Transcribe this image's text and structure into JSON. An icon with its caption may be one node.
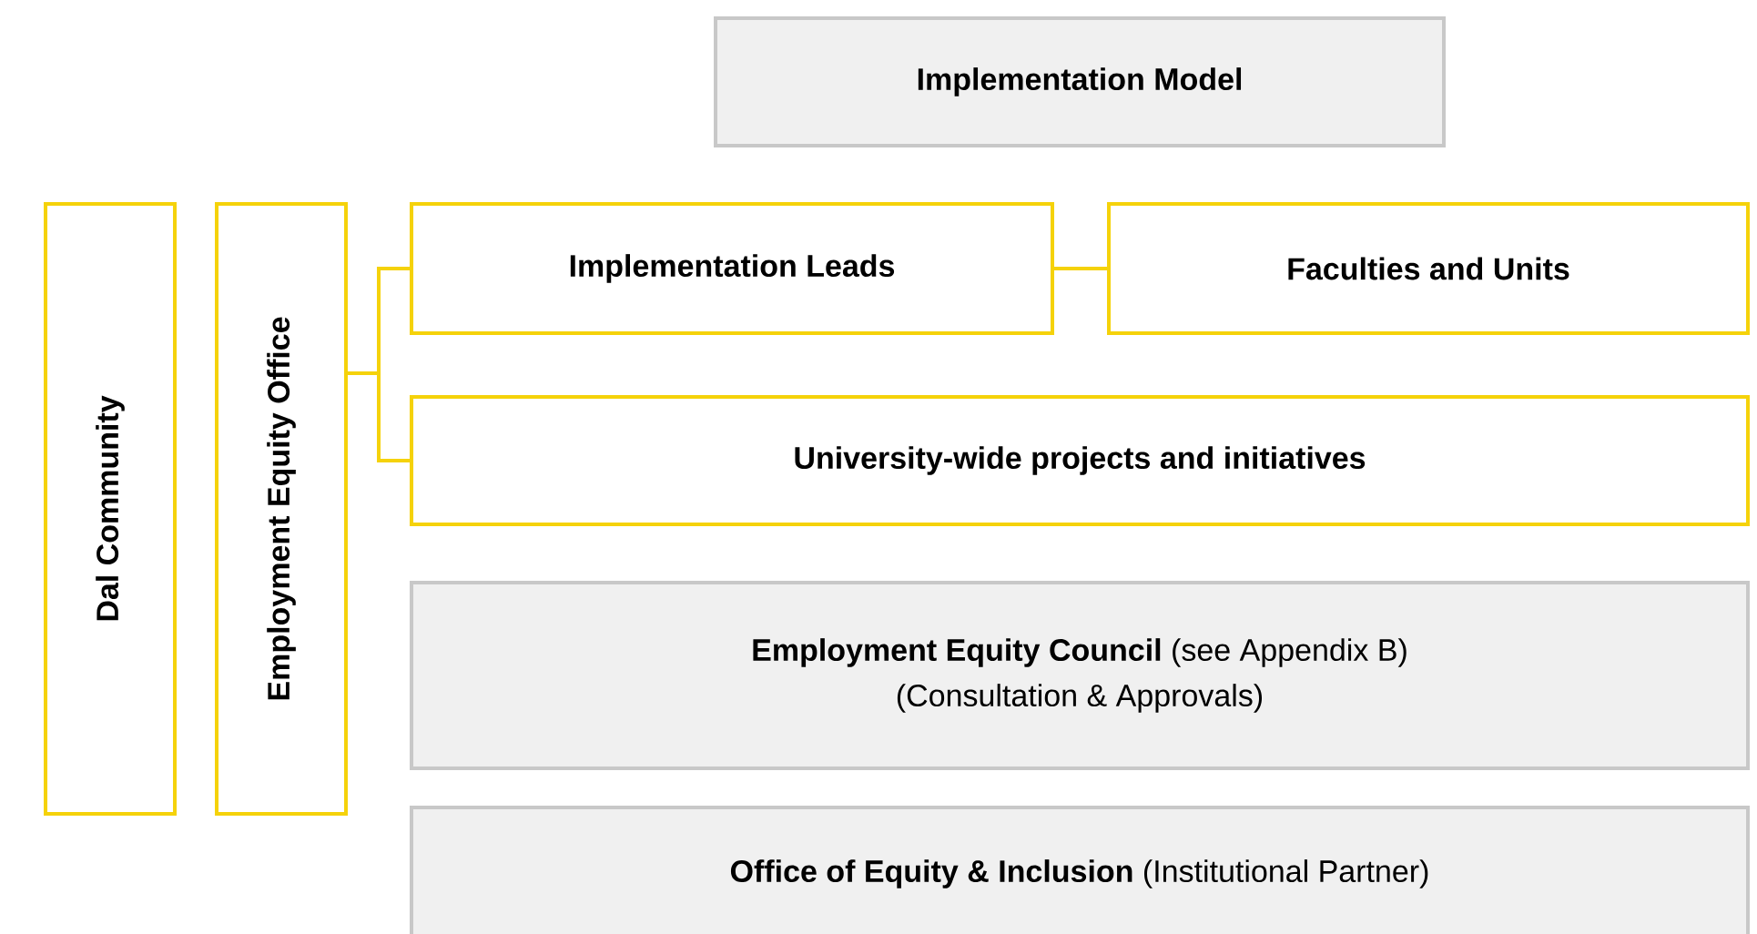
{
  "diagram": {
    "nodes": [
      {
        "text": [
          "Implementation Model"
        ]
      },
      {
        "text": [
          "Dal Community"
        ]
      },
      {
        "text": [
          "Employment Equity Office"
        ]
      },
      {
        "text": [
          "Implementation Leads"
        ]
      },
      {
        "text": [
          "Faculties and Units"
        ]
      },
      {
        "text": [
          "University-wide projects and initiatives"
        ]
      },
      {
        "text": [
          "**Employment Equity Council** (see Appendix B)",
          "(Consultation & Approvals)"
        ]
      },
      {
        "text": [
          "**Office of Equity & Inclusion** (Institutional Partner)"
        ]
      }
    ],
    "edges": [
      {
        "from": 2,
        "to": 3,
        "arrow": "none"
      },
      {
        "from": 2,
        "to": 5,
        "arrow": "none"
      },
      {
        "from": 3,
        "to": 4,
        "arrow": "none"
      }
    ]
  }
}
